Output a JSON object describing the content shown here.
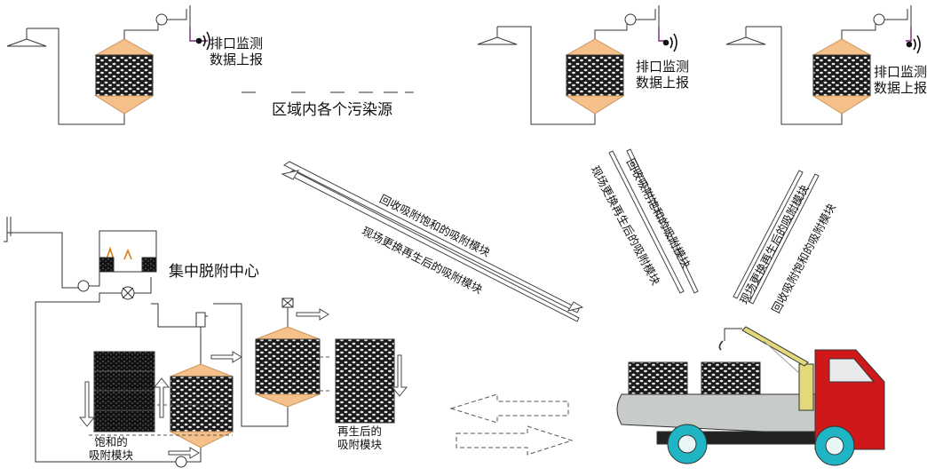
{
  "labels": {
    "regional_sources": "区域内各个污染源",
    "emission_monitor": [
      "排口监测",
      "数据上报"
    ],
    "central_center": "集中脱附中心",
    "saturated_module": [
      "饱和的",
      "吸附模块"
    ],
    "regenerated_module": [
      "再生后的",
      "吸附模块"
    ],
    "recover_saturated": "回收吸附饱和的吸附模块",
    "replace_regenerated": "现场更换再生后的吸附模块"
  },
  "colors": {
    "line": "#333333",
    "media": "#1a1a1a",
    "cone": "#f6c08a",
    "truck_cab": "#d0181b",
    "tank": "#c8ccc8",
    "crane": "#e3d97a",
    "wheel": "#1fb5c4",
    "signal": "#7a2a7a"
  }
}
